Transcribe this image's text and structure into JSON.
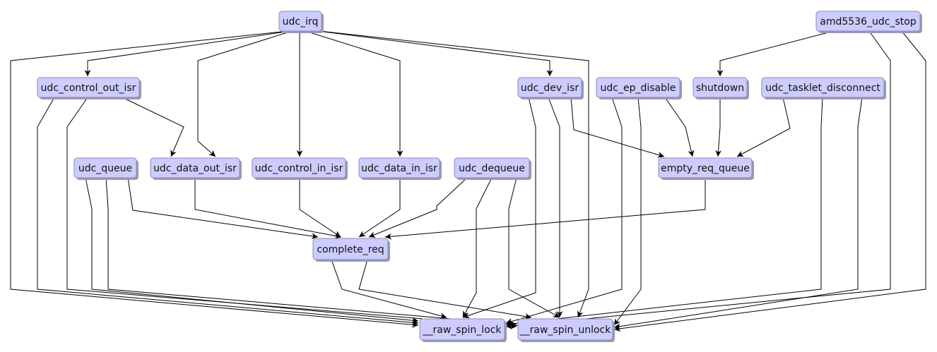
{
  "graph": {
    "title": "Call graph",
    "colors": {
      "node_fill": "#cccdfe",
      "node_border": "#8a8ab8",
      "edge": "#000000",
      "background": "#ffffff"
    },
    "nodes": [
      {
        "id": "udc_irq",
        "label": "udc_irq"
      },
      {
        "id": "amd5536_udc_stop",
        "label": "amd5536_udc_stop"
      },
      {
        "id": "udc_control_out_isr",
        "label": "udc_control_out_isr"
      },
      {
        "id": "udc_dev_isr",
        "label": "udc_dev_isr"
      },
      {
        "id": "udc_ep_disable",
        "label": "udc_ep_disable"
      },
      {
        "id": "shutdown",
        "label": "shutdown"
      },
      {
        "id": "udc_tasklet_disconnect",
        "label": "udc_tasklet_disconnect"
      },
      {
        "id": "udc_queue",
        "label": "udc_queue"
      },
      {
        "id": "udc_data_out_isr",
        "label": "udc_data_out_isr"
      },
      {
        "id": "udc_control_in_isr",
        "label": "udc_control_in_isr"
      },
      {
        "id": "udc_data_in_isr",
        "label": "udc_data_in_isr"
      },
      {
        "id": "udc_dequeue",
        "label": "udc_dequeue"
      },
      {
        "id": "empty_req_queue",
        "label": "empty_req_queue"
      },
      {
        "id": "complete_req",
        "label": "complete_req"
      },
      {
        "id": "raw_spin_lock",
        "label": "__raw_spin_lock"
      },
      {
        "id": "raw_spin_unlock",
        "label": "__raw_spin_unlock"
      }
    ],
    "edges": [
      {
        "from": "udc_irq",
        "to": "udc_control_out_isr"
      },
      {
        "from": "udc_irq",
        "to": "udc_data_out_isr"
      },
      {
        "from": "udc_irq",
        "to": "udc_control_in_isr"
      },
      {
        "from": "udc_irq",
        "to": "udc_data_in_isr"
      },
      {
        "from": "udc_irq",
        "to": "udc_dev_isr"
      },
      {
        "from": "udc_irq",
        "to": "raw_spin_lock"
      },
      {
        "from": "udc_irq",
        "to": "raw_spin_unlock"
      },
      {
        "from": "amd5536_udc_stop",
        "to": "shutdown"
      },
      {
        "from": "amd5536_udc_stop",
        "to": "raw_spin_lock"
      },
      {
        "from": "amd5536_udc_stop",
        "to": "raw_spin_unlock"
      },
      {
        "from": "udc_control_out_isr",
        "to": "udc_data_out_isr"
      },
      {
        "from": "udc_control_out_isr",
        "to": "raw_spin_lock"
      },
      {
        "from": "udc_control_out_isr",
        "to": "raw_spin_unlock"
      },
      {
        "from": "udc_dev_isr",
        "to": "empty_req_queue"
      },
      {
        "from": "udc_dev_isr",
        "to": "raw_spin_lock"
      },
      {
        "from": "udc_dev_isr",
        "to": "raw_spin_unlock"
      },
      {
        "from": "udc_ep_disable",
        "to": "empty_req_queue"
      },
      {
        "from": "udc_ep_disable",
        "to": "raw_spin_lock"
      },
      {
        "from": "udc_ep_disable",
        "to": "raw_spin_unlock"
      },
      {
        "from": "shutdown",
        "to": "empty_req_queue"
      },
      {
        "from": "udc_tasklet_disconnect",
        "to": "empty_req_queue"
      },
      {
        "from": "udc_tasklet_disconnect",
        "to": "raw_spin_lock"
      },
      {
        "from": "udc_tasklet_disconnect",
        "to": "raw_spin_unlock"
      },
      {
        "from": "udc_queue",
        "to": "complete_req"
      },
      {
        "from": "udc_queue",
        "to": "raw_spin_lock"
      },
      {
        "from": "udc_queue",
        "to": "raw_spin_unlock"
      },
      {
        "from": "udc_data_out_isr",
        "to": "complete_req"
      },
      {
        "from": "udc_control_in_isr",
        "to": "complete_req"
      },
      {
        "from": "udc_data_in_isr",
        "to": "complete_req"
      },
      {
        "from": "udc_dequeue",
        "to": "complete_req"
      },
      {
        "from": "udc_dequeue",
        "to": "raw_spin_lock"
      },
      {
        "from": "udc_dequeue",
        "to": "raw_spin_unlock"
      },
      {
        "from": "empty_req_queue",
        "to": "complete_req"
      },
      {
        "from": "complete_req",
        "to": "raw_spin_lock"
      },
      {
        "from": "complete_req",
        "to": "raw_spin_unlock"
      }
    ]
  }
}
